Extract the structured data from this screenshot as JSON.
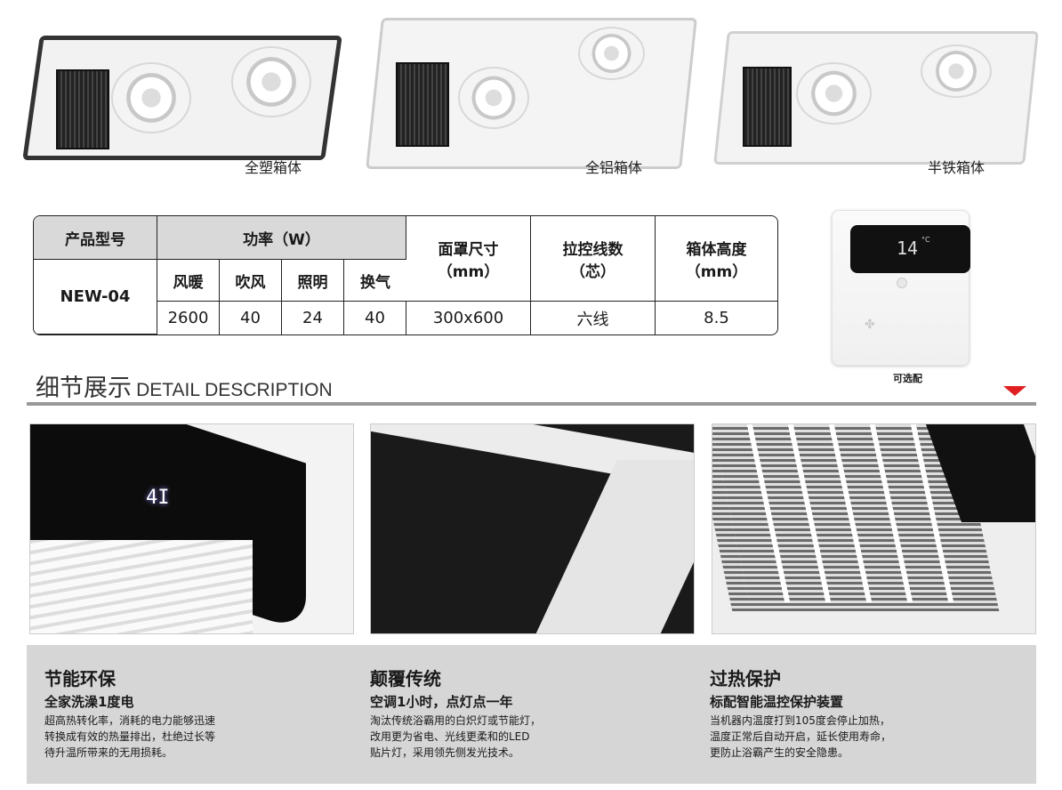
{
  "products": [
    {
      "label": "全塑箱体"
    },
    {
      "label": "全铝箱体"
    },
    {
      "label": "半铁箱体"
    }
  ],
  "spec_table": {
    "model_header": "产品型号",
    "power_header": "功率（W）",
    "size_header": "面罩尺寸（mm）",
    "wires_header": "拉控线数（芯）",
    "height_header": "箱体高度（mm）",
    "sub_headers": [
      "风暖",
      "吹风",
      "照明",
      "换气"
    ],
    "model": "NEW-04",
    "values": {
      "heating": "2600",
      "blow": "40",
      "lighting": "24",
      "ventilation": "40",
      "size": "300x600",
      "wires": "六线",
      "height": "8.5"
    }
  },
  "control_panel": {
    "display": "14",
    "unit": "°C",
    "caption": "可选配"
  },
  "section": {
    "title_cn": "细节展示",
    "title_en": "DETAIL DESCRIPTION",
    "accent": "#e02020"
  },
  "features": [
    {
      "title": "节能环保",
      "subtitle": "全家洗澡1度电",
      "lines": [
        "超高热转化率，消耗的电力能够迅速",
        "转换成有效的热量排出，杜绝过长等",
        "待升温所带来的无用损耗。"
      ]
    },
    {
      "title": "颠覆传统",
      "subtitle": "空调1小时，点灯点一年",
      "lines": [
        "淘汰传统浴霸用的白炽灯或节能灯，",
        "改用更为省电、光线更柔和的LED",
        "贴片灯，采用领先侧发光技术。"
      ]
    },
    {
      "title": "过热保护",
      "subtitle": "标配智能温控保护装置",
      "lines": [
        "当机器内温度打到105度会停止加热，",
        "温度正常后自动开启，延长使用寿命，",
        "更防止浴霸产生的安全隐患。"
      ]
    }
  ]
}
